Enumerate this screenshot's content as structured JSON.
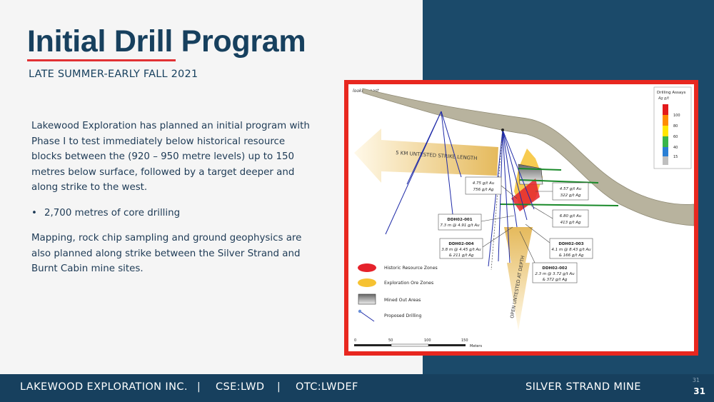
{
  "slide": {
    "title": "Initial Drill Program",
    "subtitle": "LATE SUMMER-EARLY FALL 2021",
    "paragraph1": "Lakewood Exploration has planned an initial program with Phase I to test immediately below historical resource blocks between the (920 – 950 metre levels) up to 150 metres below surface, followed by a target deeper  and along strike to the west.",
    "bullet1": "2,700 metres of core drilling",
    "paragraph2": "Mapping, rock chip sampling and ground geophysics are also planned  along strike between the Silver Strand and Burnt Cabin mine sites."
  },
  "map": {
    "view_label": "looking east",
    "arrow_west_label": "5 KM UNTESTED STRIKE LENGTH",
    "arrow_depth_label": "OPEN UNTESTED AT DEPTH",
    "legend": {
      "title": "Drilling Assays",
      "unit": "Ag g/t",
      "ticks": [
        "100",
        "80",
        "60",
        "40",
        "15"
      ],
      "colors": [
        "#e31a1c",
        "#ff8c00",
        "#ffe600",
        "#39b54a",
        "#2a7fd4",
        "#bfbfbf"
      ]
    },
    "callouts": [
      {
        "line1": "4.75 g/t Au",
        "line2": "756 g/t Ag"
      },
      {
        "line1": "4.57 g/t Au",
        "line2": "322 g/t Ag"
      },
      {
        "line1": "6.80 g/t Au",
        "line2": "413 g/t Ag"
      }
    ],
    "holes": [
      {
        "name": "DDH02-001",
        "detail1": "7.3 m @ 4.91 g/t Au",
        "detail2": ""
      },
      {
        "name": "DDH02-004",
        "detail1": "3.8 m @ 4.45 g/t Au",
        "detail2": "& 211 g/t Ag"
      },
      {
        "name": "DDH02-003",
        "detail1": "4.1 m @ 8.43 g/t Au",
        "detail2": "& 166 g/t Ag"
      },
      {
        "name": "DDH02-002",
        "detail1": "2.3 m @ 3.72 g/t Au",
        "detail2": "& 372 g/t Ag"
      }
    ],
    "key": [
      {
        "label": "Historic Resource Zones"
      },
      {
        "label": "Exploration Ore Zones"
      },
      {
        "label": "Mined Out Areas"
      },
      {
        "label": "Proposed Drilling"
      }
    ],
    "scale": {
      "ticks": [
        "0",
        "50",
        "100",
        "150"
      ],
      "unit": "Meters"
    }
  },
  "footer": {
    "company": "LAKEWOOD EXPLORATION INC.",
    "sep": "|",
    "cse": "CSE:LWD",
    "otc": "OTC:LWDEF",
    "mine": "SILVER STRAND MINE",
    "page_small": "31",
    "page": "31"
  }
}
